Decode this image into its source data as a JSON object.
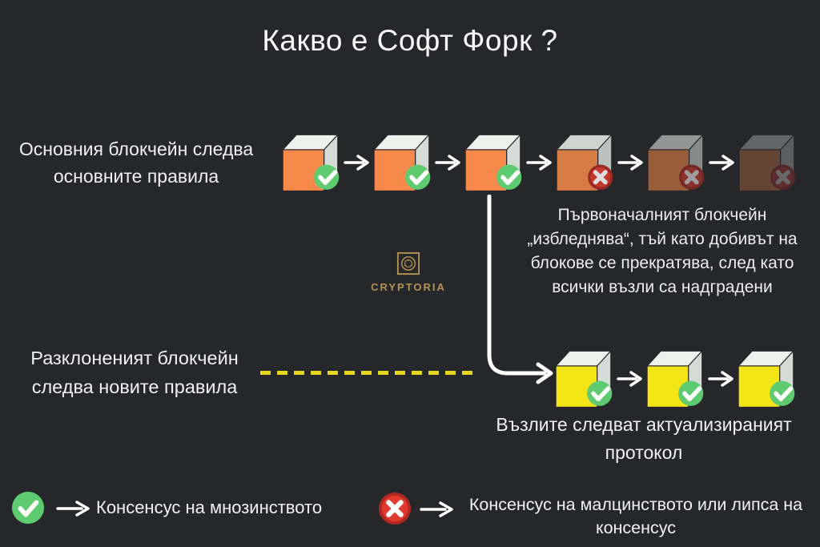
{
  "title": "Какво е Софт Форк ?",
  "main_chain": {
    "label": [
      "Основния блокчейн следва",
      "основните правила"
    ],
    "color": "#f78a4a",
    "blocks": [
      {
        "status": "valid",
        "opacity": 1
      },
      {
        "status": "valid",
        "opacity": 1
      },
      {
        "status": "valid",
        "opacity": 1
      },
      {
        "status": "invalid",
        "opacity": 0.85
      },
      {
        "status": "invalid",
        "opacity": 0.55
      },
      {
        "status": "invalid",
        "opacity": 0.3
      }
    ]
  },
  "fade_note": [
    "Първоначалният блокчейн",
    "„избледнява“, тъй като добивът на",
    "блокове се прекратява, след като",
    "всички възли са надградени"
  ],
  "fork_chain": {
    "label": [
      "Разклоненият блокчейн",
      "следва новите правила"
    ],
    "color": "#f4e517",
    "blocks": [
      {
        "status": "valid",
        "opacity": 1
      },
      {
        "status": "valid",
        "opacity": 1
      },
      {
        "status": "valid",
        "opacity": 1
      }
    ]
  },
  "fork_note": [
    "Възлите следват актуализираният",
    "протокол"
  ],
  "logo": {
    "name": "CRYPTORIA"
  },
  "legend": {
    "majority": {
      "icon": "check",
      "label": "Консенсус на мнозинството"
    },
    "minority": {
      "icon": "cross",
      "label": [
        "Консенсус на малцинството или липса на",
        "консенсус"
      ]
    }
  },
  "colors": {
    "background": "#26272b",
    "cube_top": "#eef1ec",
    "cube_side": "#d5dcd6",
    "cube_edge": "#26262a",
    "check_green": "#5ecb71",
    "cross_red": "#e03a2e",
    "cross_red_dark": "#b02a22",
    "arrow_white": "#ffffff",
    "dashed_line": "#e8d61c",
    "logo_gold": "#b3924f",
    "text": "#efefef"
  }
}
